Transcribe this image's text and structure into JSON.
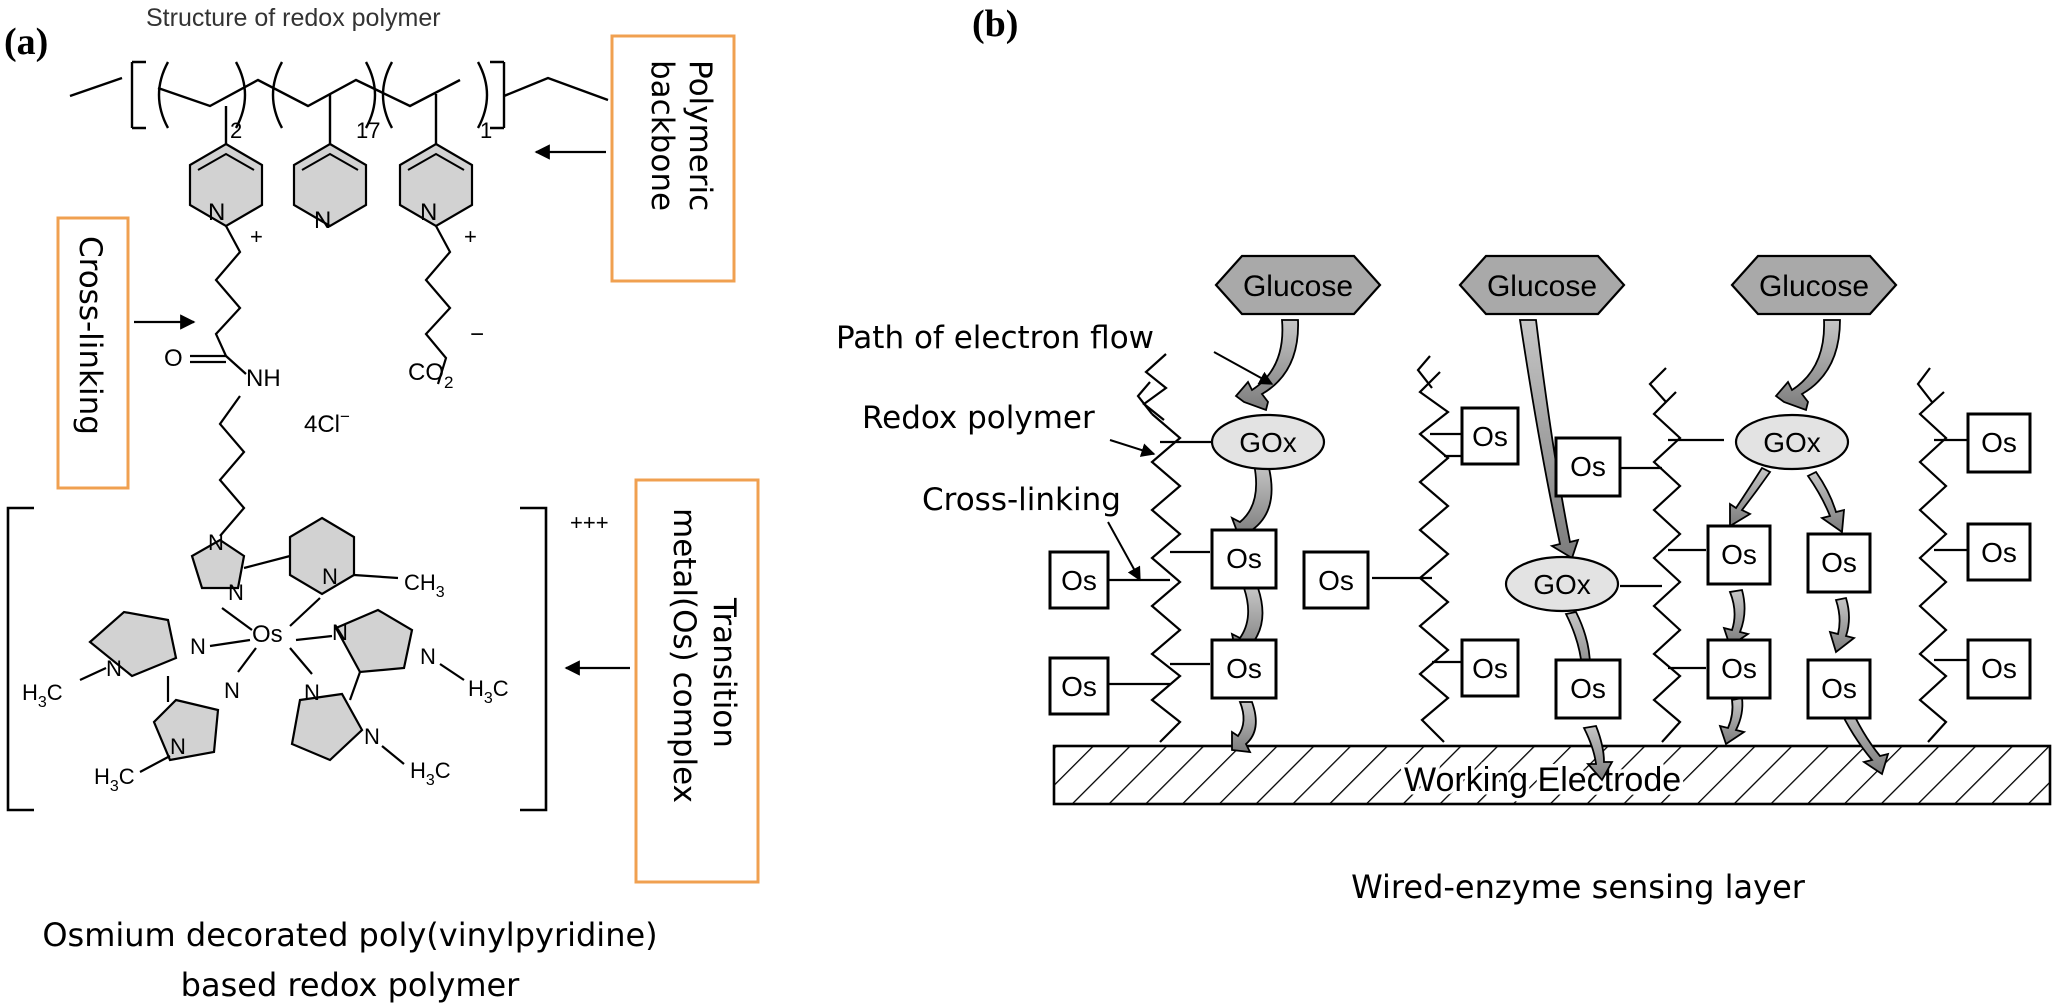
{
  "panel_a": {
    "label": "(a)",
    "header": "Structure of redox polymer",
    "subscripts": [
      "2",
      "17",
      "1"
    ],
    "charge_plus": "+",
    "charge_minus": "−",
    "atoms": {
      "n": "N",
      "o": "O",
      "nh": "NH",
      "co2": "CO",
      "co2_sub": "2",
      "counterion": "4Cl",
      "counterion_sup": "−",
      "ch3": "CH",
      "ch3_sub": "3",
      "h3c": "H",
      "h3c_sub": "3",
      "h3c_c": "C",
      "os": "Os"
    },
    "complex_charge": "+++",
    "callouts": {
      "backbone": [
        "Polymeric",
        "backbone"
      ],
      "crosslink": "Cross-linking",
      "metal": [
        "Transition",
        "metal(Os) complex"
      ]
    },
    "caption": [
      "Osmium decorated poly(vinylpyridine)",
      "based redox polymer"
    ]
  },
  "panel_b": {
    "label": "(b)",
    "substrate": "Glucose",
    "enzyme": "GOx",
    "mediator": "Os",
    "electrode": "Working Electrode",
    "labels": {
      "electron_path": "Path of electron flow",
      "redox_polymer": "Redox polymer",
      "crosslinking": "Cross-linking"
    },
    "caption": "Wired-enzyme sensing layer"
  },
  "colors": {
    "callout_border": "#f0a050",
    "glucose_fill": "#a9a9a9",
    "gox_fill": "#e3e3e3",
    "arrow_fill": "#9a9a9a",
    "ring_fill": "#d2d2d2"
  }
}
